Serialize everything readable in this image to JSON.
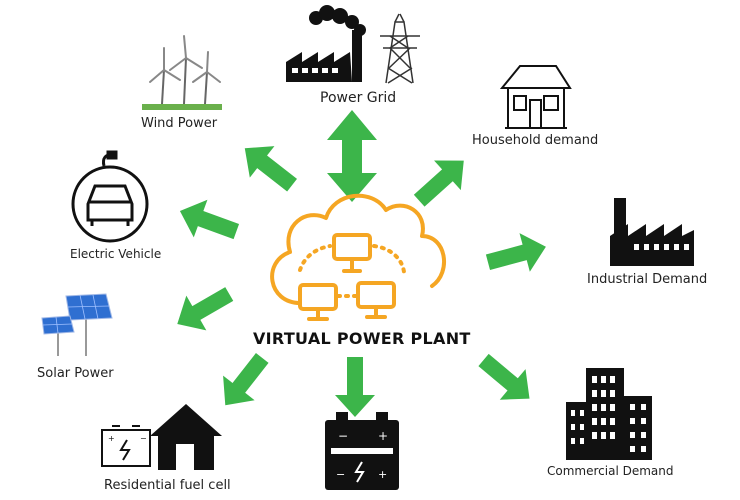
{
  "diagram": {
    "title": "VIRTUAL POWER PLANT",
    "nodes": [
      {
        "id": "wind",
        "label": "Wind Power",
        "icon": "wind-turbine-icon"
      },
      {
        "id": "grid",
        "label": "Power Grid",
        "icon": "power-grid-icon"
      },
      {
        "id": "household",
        "label": "Household demand",
        "icon": "house-icon"
      },
      {
        "id": "ev",
        "label": "Electric Vehicle",
        "icon": "electric-vehicle-icon"
      },
      {
        "id": "industrial",
        "label": "Industrial Demand",
        "icon": "factory-icon"
      },
      {
        "id": "solar",
        "label": "Solar Power",
        "icon": "solar-panel-icon"
      },
      {
        "id": "fuelcell",
        "label": "Residential fuel cell",
        "icon": "fuel-cell-house-icon"
      },
      {
        "id": "battery",
        "label": "",
        "icon": "battery-storage-icon"
      },
      {
        "id": "commercial",
        "label": "Commercial Demand",
        "icon": "office-building-icon"
      }
    ],
    "colors": {
      "arrow": "#3cb54a",
      "cloud": "#f5a623",
      "icons": "#111111"
    }
  }
}
